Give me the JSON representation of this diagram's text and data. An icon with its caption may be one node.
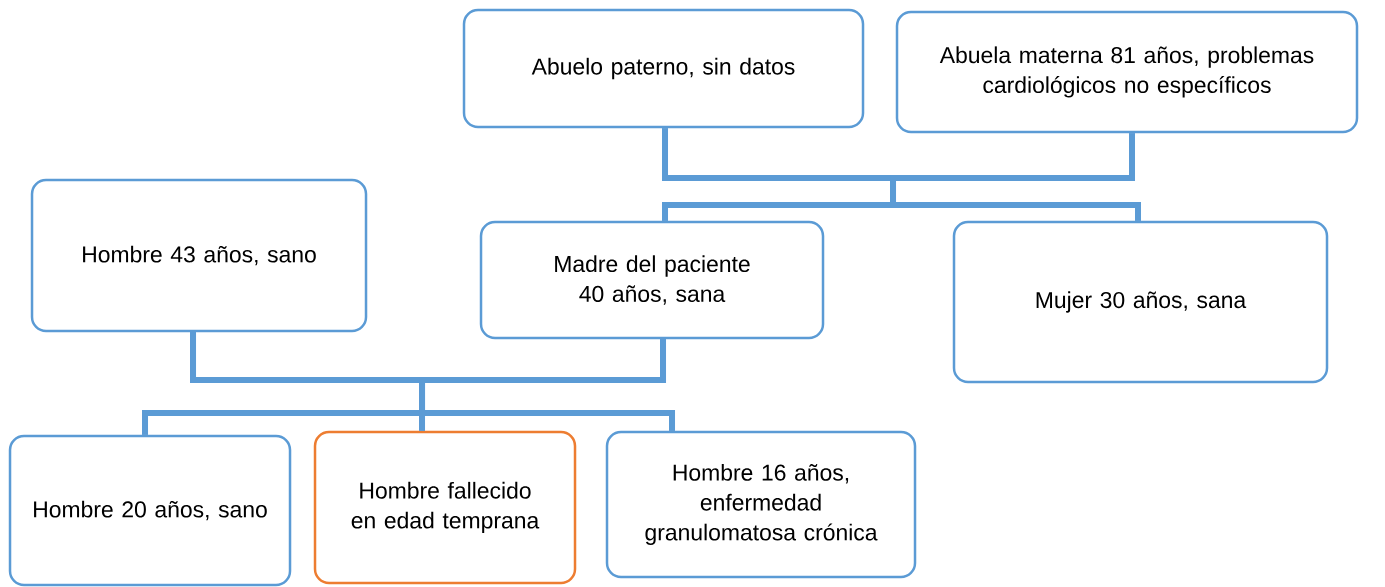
{
  "diagram": {
    "nodes": [
      {
        "text": [
          "Abuelo paterno, sin datos"
        ]
      },
      {
        "text": [
          "Abuela materna 81 años, problemas cardiológicos no específicos"
        ]
      },
      {
        "text": [
          "Hombre 43 años, sano"
        ]
      },
      {
        "text": [
          "Madre del paciente 40 años, sana"
        ]
      },
      {
        "text": [
          "Mujer 30 años, sana"
        ]
      },
      {
        "text": [
          "Hombre 20 años, sano"
        ]
      },
      {
        "text": [
          "Hombre fallecido en edad temprana"
        ]
      },
      {
        "text": [
          "Hombre 16 años, enfermedad granulomatosa crónica"
        ]
      }
    ],
    "edges": [
      {
        "from": 0,
        "to": 3,
        "arrow": "none"
      },
      {
        "from": 0,
        "to": 4,
        "arrow": "none"
      },
      {
        "from": 1,
        "to": 3,
        "arrow": "none"
      },
      {
        "from": 1,
        "to": 4,
        "arrow": "none"
      },
      {
        "from": 2,
        "to": 5,
        "arrow": "none"
      },
      {
        "from": 2,
        "to": 6,
        "arrow": "none"
      },
      {
        "from": 2,
        "to": 7,
        "arrow": "none"
      },
      {
        "from": 3,
        "to": 5,
        "arrow": "none"
      },
      {
        "from": 3,
        "to": 6,
        "arrow": "none"
      },
      {
        "from": 3,
        "to": 7,
        "arrow": "none"
      }
    ]
  }
}
